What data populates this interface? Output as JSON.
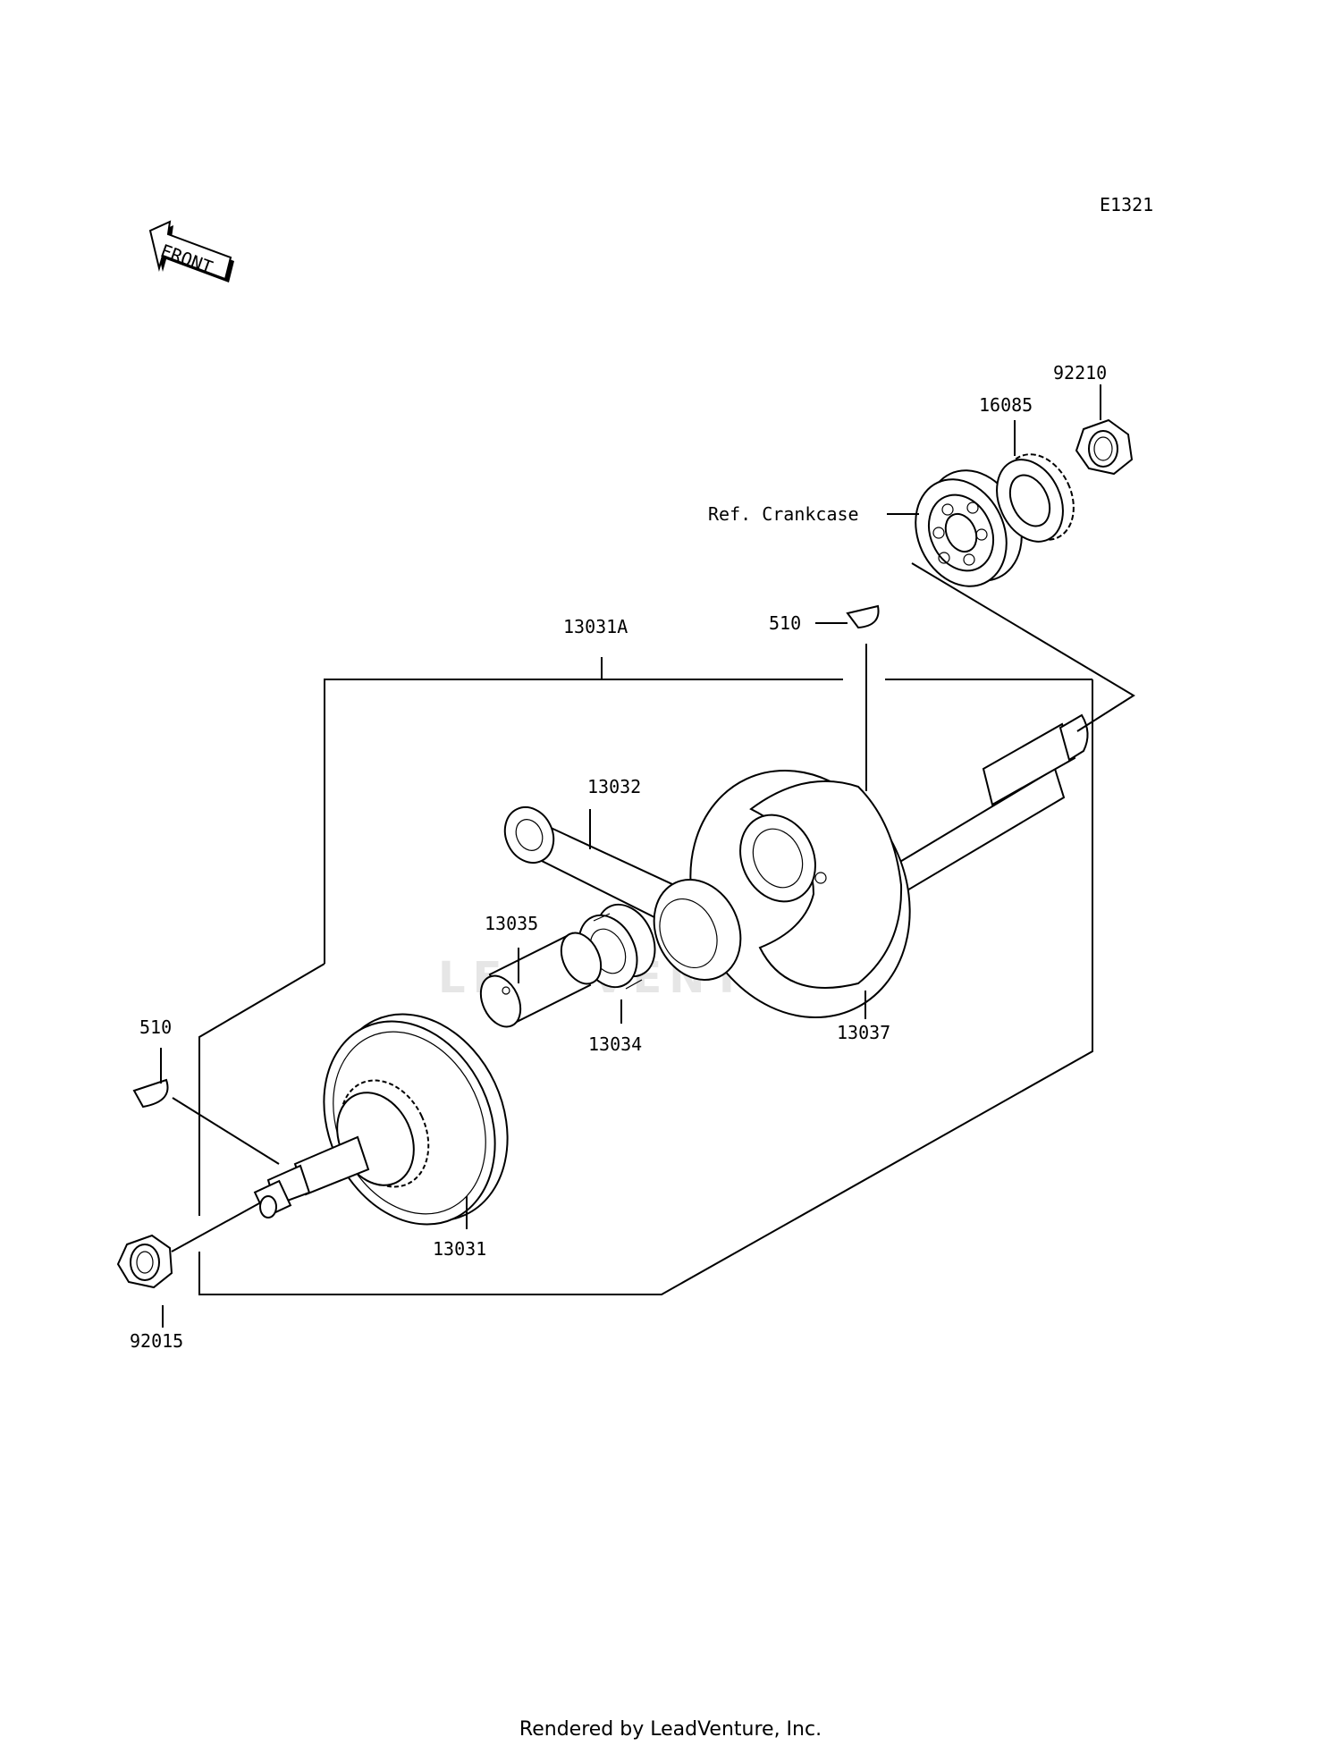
{
  "diagram_code": "E1321",
  "front_label": "FRONT",
  "reference": "Ref. Crankcase",
  "watermark": "LEADVENTURE",
  "footer": "Rendered by LeadVenture, Inc.",
  "parts": {
    "p92210": "92210",
    "p16085": "16085",
    "p510_top": "510",
    "p13031A": "13031A",
    "p13032": "13032",
    "p13035": "13035",
    "p13034": "13034",
    "p13037": "13037",
    "p510_left": "510",
    "p13031": "13031",
    "p92015": "92015"
  },
  "colors": {
    "line": "#000000",
    "background": "#ffffff",
    "watermark": "#e6e6e6"
  }
}
